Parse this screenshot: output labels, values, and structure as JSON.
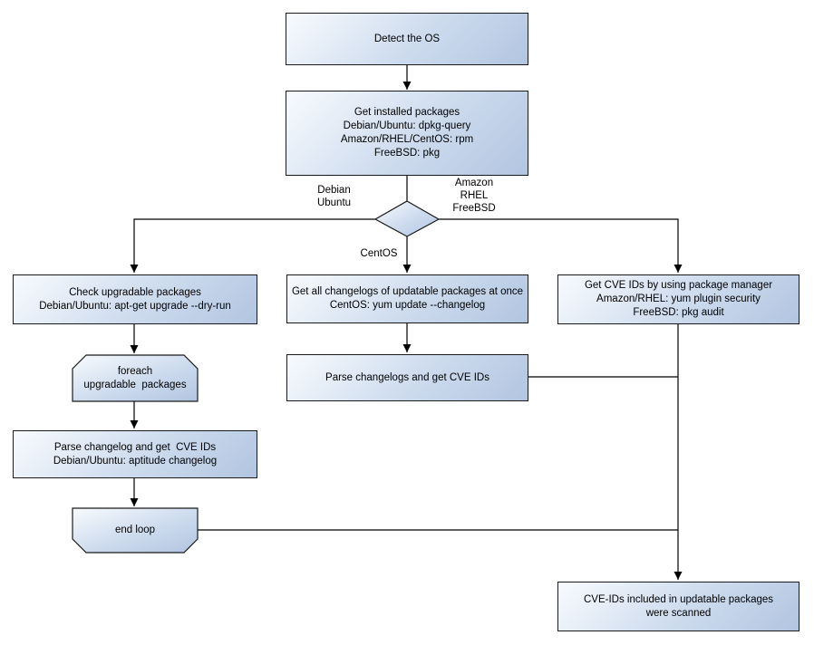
{
  "diagram": {
    "title": "OS package vulnerability scan flowchart",
    "colors": {
      "background": "#ffffff",
      "node_fill_start": "#f8fbfe",
      "node_fill_end": "#b2c5e0",
      "node_border": "#1a1a1a",
      "connector": "#000000",
      "text": "#000000"
    },
    "nodes": {
      "detect_os": "Detect the OS",
      "get_installed": "Get installed packages\nDebian/Ubuntu: dpkg-query\nAmazon/RHEL/CentOS: rpm\nFreeBSD: pkg",
      "check_upgradable": "Check upgradable packages\nDebian/Ubuntu: apt-get upgrade --dry-run",
      "get_all_changelogs": "Get all changelogs of updatable packages at once\nCentOS: yum update --changelog",
      "get_cve_ids": "Get CVE IDs by using package manager\nAmazon/RHEL: yum plugin security\nFreeBSD: pkg audit",
      "foreach_loop": "foreach\nupgradable  packages",
      "parse_changelog_aptitude": "Parse changelog and get  CVE IDs\nDebian/Ubuntu: aptitude changelog",
      "end_loop": "end loop",
      "parse_changelogs": "Parse changelogs and get CVE IDs",
      "cve_scanned": "CVE-IDs included in updatable packages\nwere scanned"
    },
    "edge_labels": {
      "debian_ubuntu": "Debian\nUbuntu",
      "amazon_rhel_freebsd": "Amazon\nRHEL\nFreeBSD",
      "centos": "CentOS"
    }
  }
}
